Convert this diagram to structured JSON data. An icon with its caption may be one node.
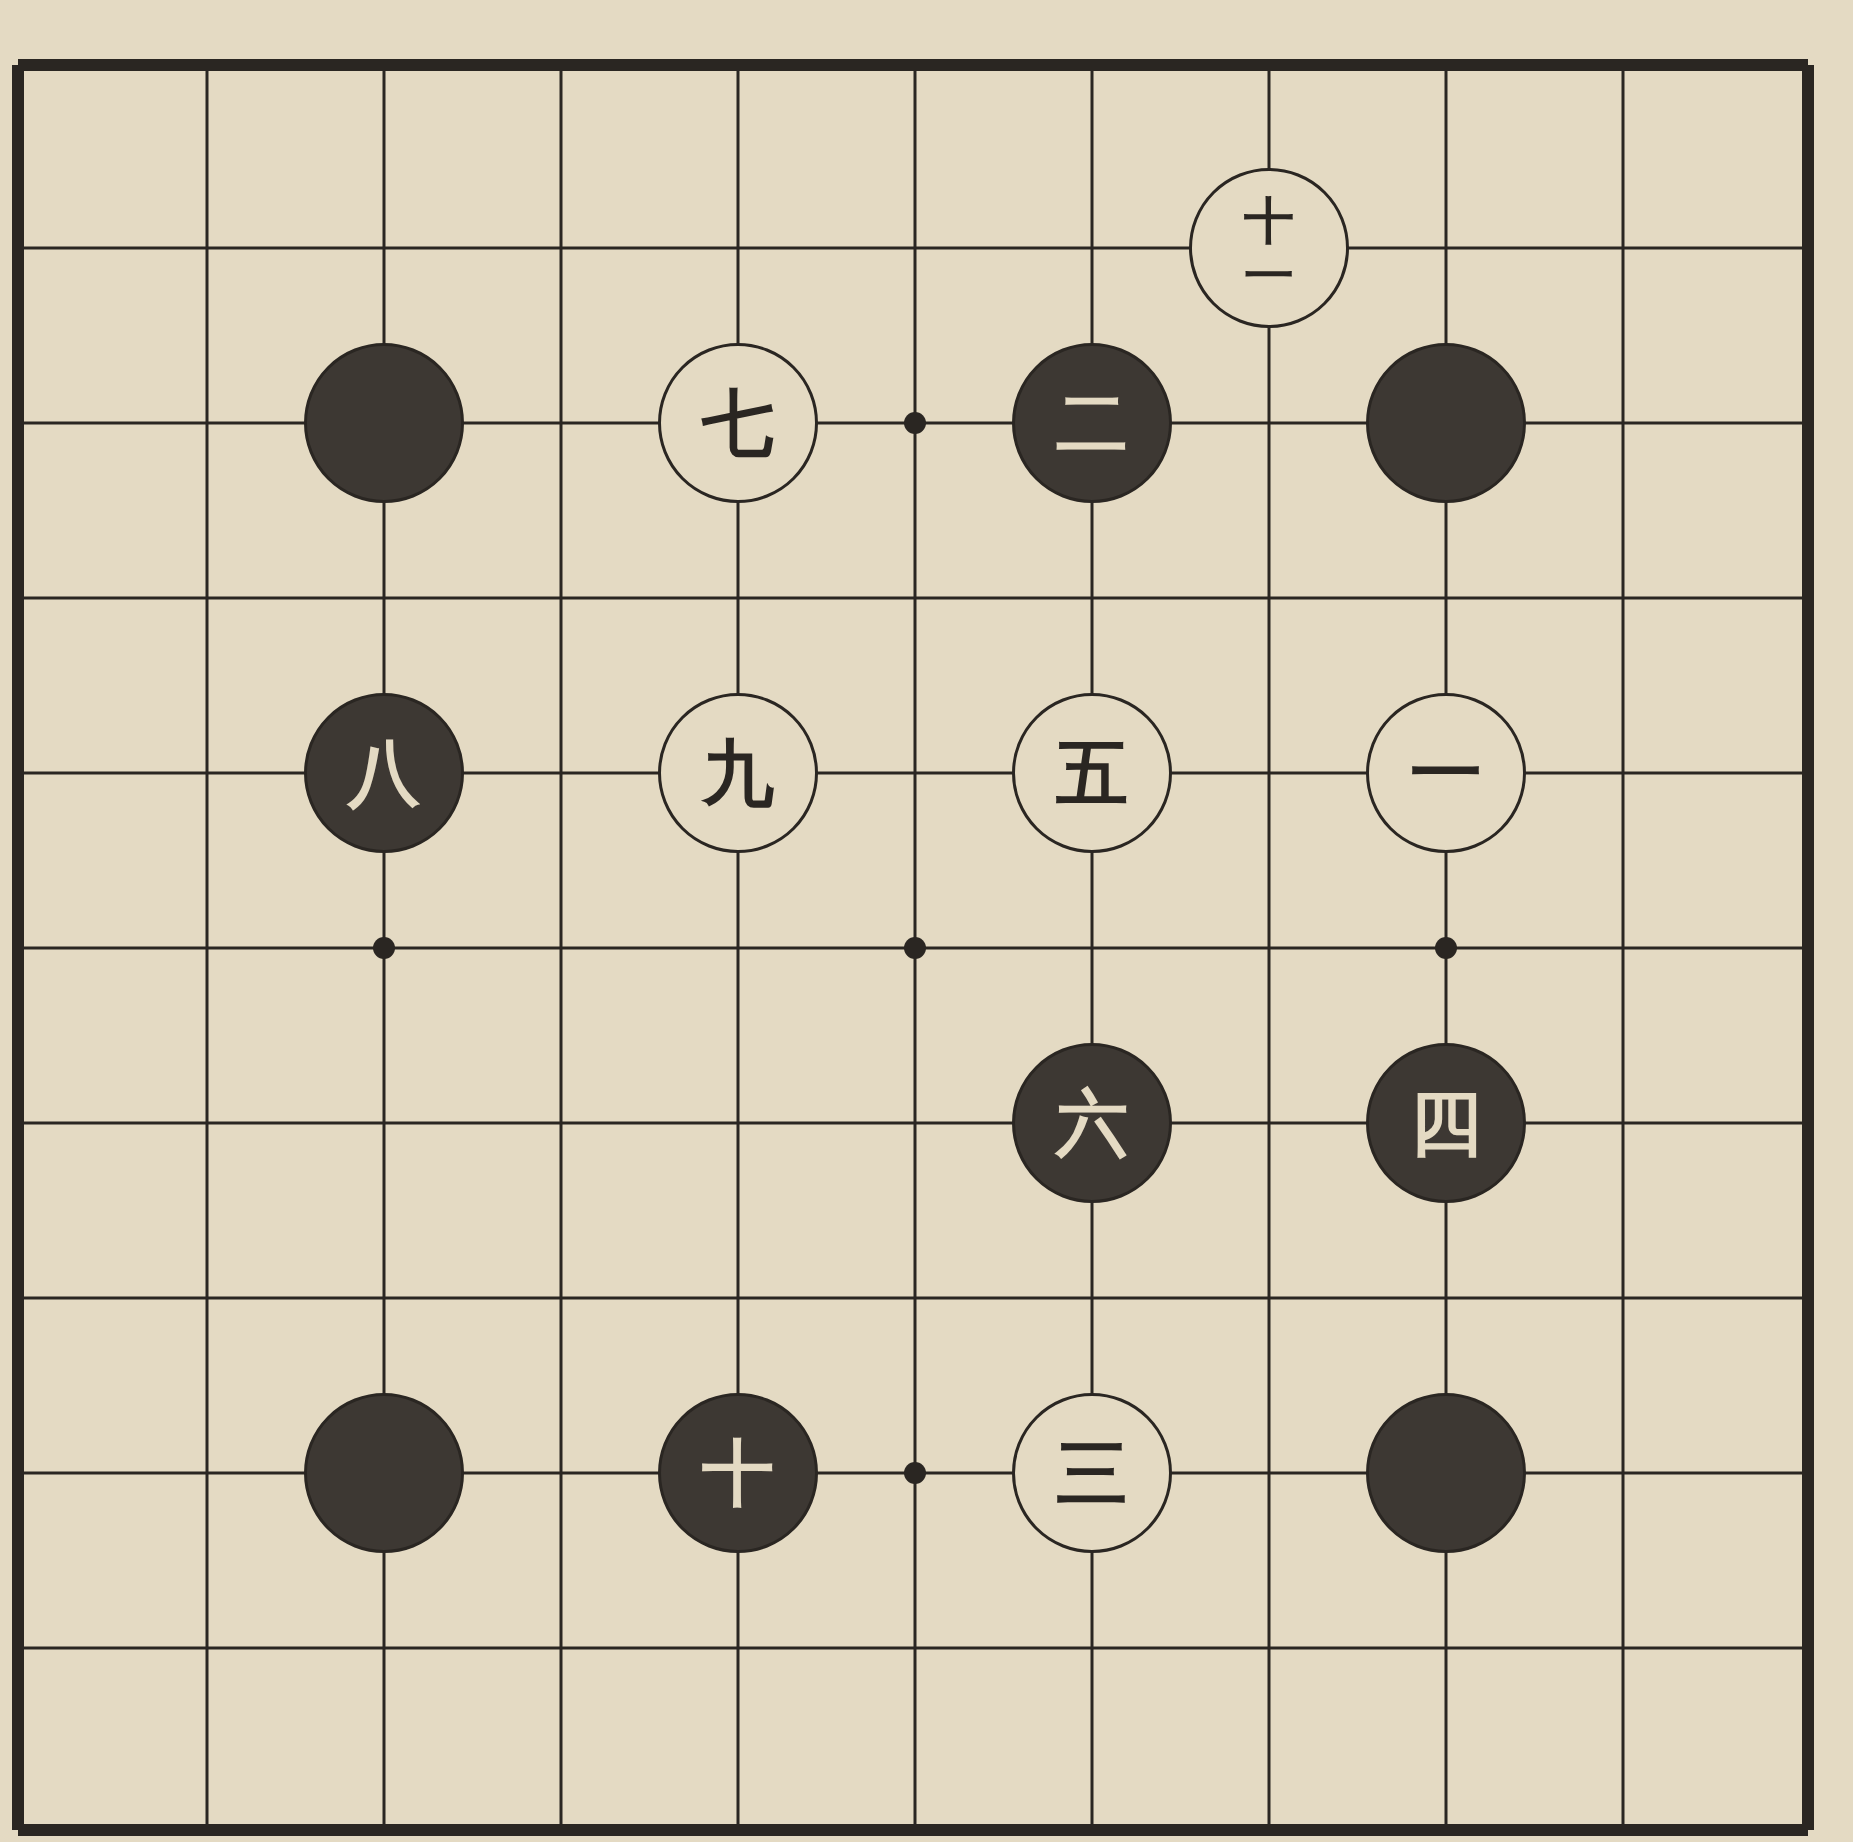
{
  "diagram": {
    "nodes": [
      {
        "text": [
          "十一"
        ]
      },
      {
        "text": [],
        "shape": "circle"
      },
      {
        "text": [
          "七"
        ]
      },
      {
        "text": [
          "二"
        ]
      },
      {
        "text": [],
        "shape": "circle"
      },
      {
        "text": [
          "八"
        ]
      },
      {
        "text": [
          "九"
        ]
      },
      {
        "text": [
          "五"
        ]
      },
      {
        "text": [
          "一"
        ]
      },
      {
        "text": [
          "六"
        ]
      },
      {
        "text": [
          "四"
        ]
      },
      {
        "text": [],
        "shape": "circle"
      },
      {
        "text": [
          "十"
        ]
      },
      {
        "text": [
          "三"
        ]
      },
      {
        "text": [],
        "shape": "circle"
      }
    ]
  }
}
